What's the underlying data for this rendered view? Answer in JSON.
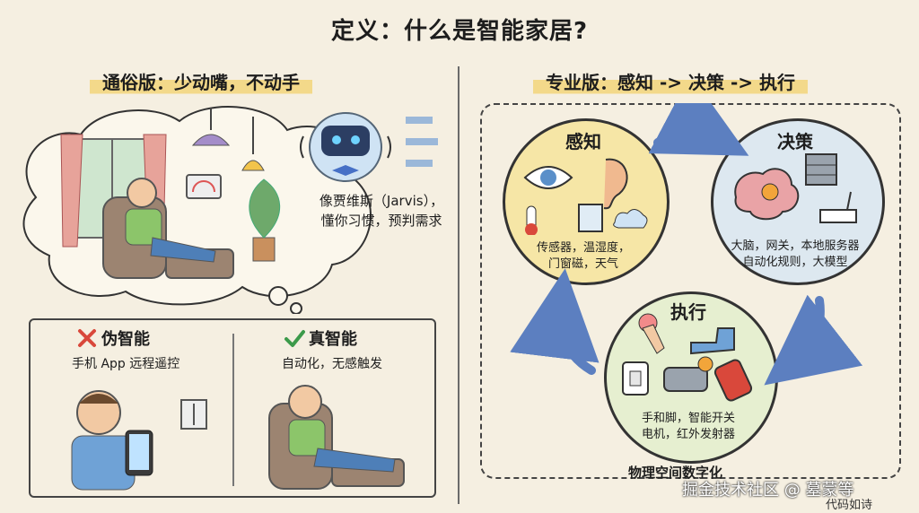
{
  "title": "定义：什么是智能家居?",
  "left": {
    "subtitle": "通俗版：少动嘴，不动手",
    "jarvis_caption_line1": "像贾维斯（Jarvis），",
    "jarvis_caption_line2": "懂你习惯，预判需求",
    "fake": {
      "label": "伪智能",
      "description": "手机 App 远程遥控",
      "status_icon": "cross-icon",
      "color": "#d9483b"
    },
    "real": {
      "label": "真智能",
      "description": "自动化，无感触发",
      "status_icon": "check-icon",
      "color": "#3c9a4a"
    }
  },
  "right": {
    "subtitle": "专业版：感知 -> 决策 -> 执行",
    "perceive": {
      "title": "感知",
      "line1": "传感器，温湿度，",
      "line2": "门窗磁，天气",
      "color": "#f6e6a6"
    },
    "decide": {
      "title": "决策",
      "line1": "大脑，网关，本地服务器",
      "line2": "自动化规则，大模型",
      "color": "#dde8f0"
    },
    "execute": {
      "title": "执行",
      "line1": "手和脚，智能开关",
      "line2": "电机，红外发射器",
      "color": "#e6efd0"
    },
    "footer": "物理空间数字化"
  },
  "watermark": {
    "line1": "掘金技术社区 @ 墓蒙等",
    "line2": "代码如诗"
  }
}
